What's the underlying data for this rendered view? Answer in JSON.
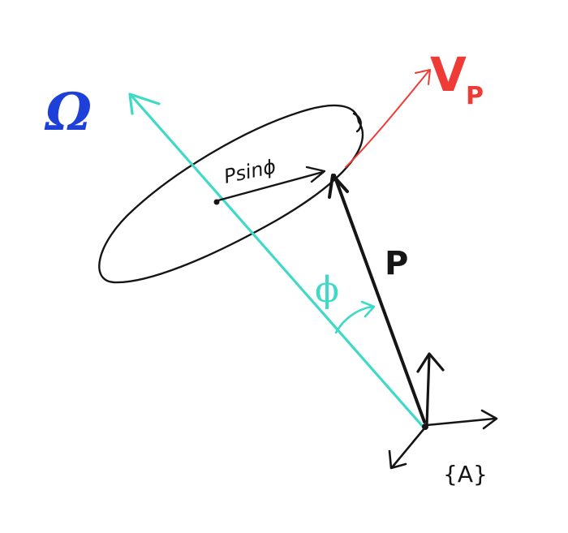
{
  "labels": {
    "omega": "Ω",
    "velocity": "V",
    "velocity_subscript": "P",
    "position": "P",
    "radius": "Psinϕ",
    "angle": "ϕ",
    "frame": "{A}"
  },
  "colors": {
    "background": "#ffffff",
    "ink": "#151515",
    "cyan": "#3fd9c8",
    "blue": "#1e3fd8",
    "red": "#ee3b35"
  }
}
